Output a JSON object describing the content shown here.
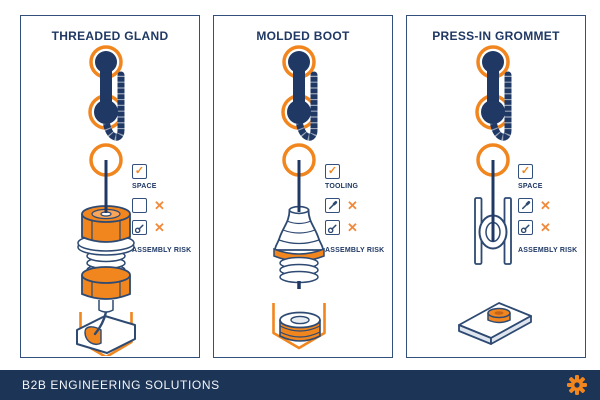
{
  "colors": {
    "navy": "#1F3864",
    "line_navy": "#2E4A72",
    "orange": "#F1861F",
    "orange_light": "#F9A65A",
    "footer_bg": "#1C3456",
    "shade": "#DFE5EE"
  },
  "icons": {
    "check": "✓",
    "x": "✕",
    "footer_icon": "gear"
  },
  "panels": [
    {
      "id": "threaded-gland",
      "title": "THREADED GLAND",
      "pro_label": "SPACE",
      "cons": [
        {
          "icon": "blank-checkbox"
        },
        {
          "icon": "wrench"
        }
      ],
      "risk_label": "ASSEMBLY RISK"
    },
    {
      "id": "molded-boot",
      "title": "MOLDED BOOT",
      "pro_label": "TOOLING",
      "cons": [
        {
          "icon": "screwdriver"
        },
        {
          "icon": "wrench"
        }
      ],
      "risk_label": "ASSEMBLY RISK"
    },
    {
      "id": "press-in-grommet",
      "title": "PRESS-IN GROMMET",
      "pro_label": "SPACE",
      "cons": [
        {
          "icon": "screwdriver"
        },
        {
          "icon": "wrench"
        }
      ],
      "risk_label": "ASSEMBLY RISK"
    }
  ],
  "footer": {
    "brand": "B2B ENGINEERING SOLUTIONS"
  }
}
